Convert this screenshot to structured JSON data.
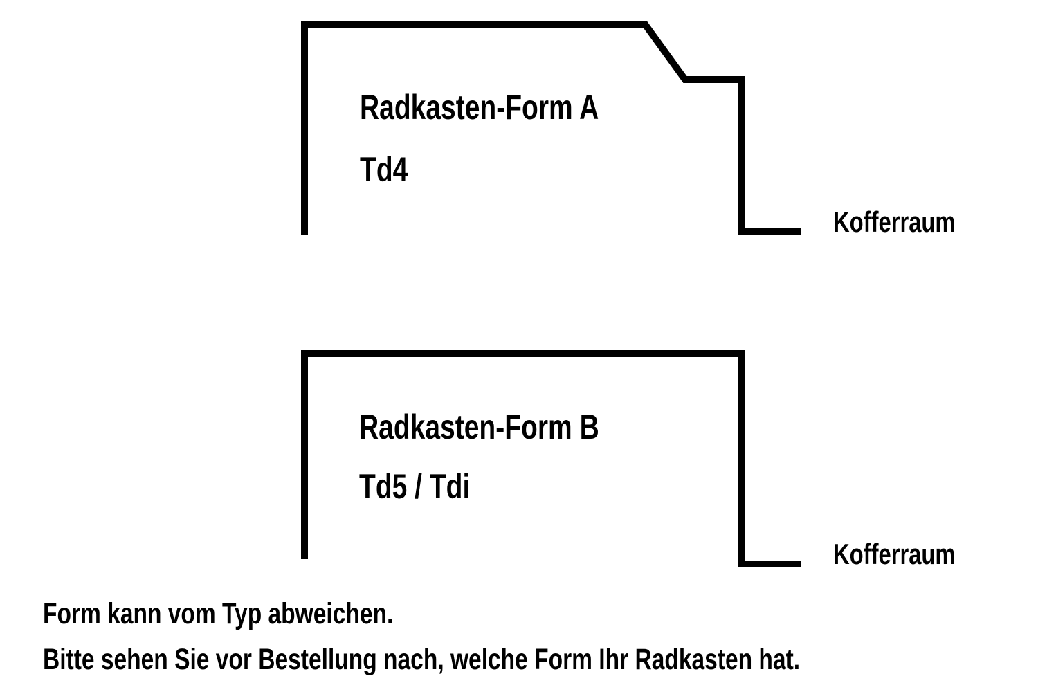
{
  "shape_a": {
    "title": "Radkasten-Form A",
    "model": "Td4",
    "side_label": "Kofferraum"
  },
  "shape_b": {
    "title": "Radkasten-Form B",
    "model": "Td5 / Tdi",
    "side_label": "Kofferraum"
  },
  "notes": {
    "line1": "Form kann vom Typ abweichen.",
    "line2": "Bitte sehen Sie vor Bestellung nach, welche Form Ihr Radkasten hat."
  },
  "colors": {
    "line": "#000000",
    "background": "#ffffff"
  }
}
